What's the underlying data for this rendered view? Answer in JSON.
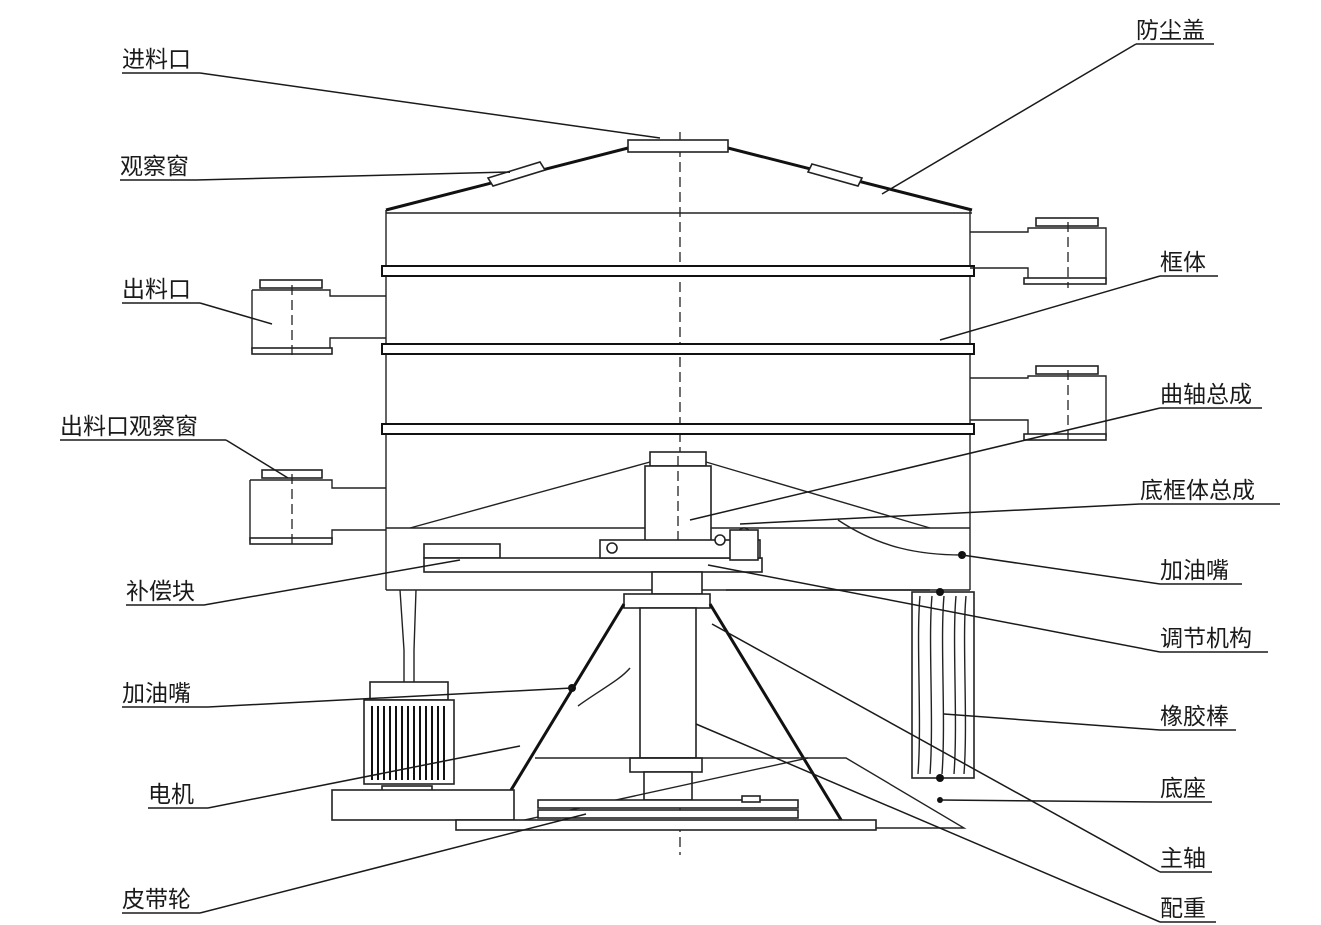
{
  "labels": {
    "feed_inlet": "进料口",
    "observation_window": "观察窗",
    "discharge_outlet": "出料口",
    "outlet_observation_window": "出料口观察窗",
    "compensation_block": "补偿块",
    "oil_nozzle_left": "加油嘴",
    "motor": "电机",
    "belt_pulley": "皮带轮",
    "dust_cover": "防尘盖",
    "frame_body": "框体",
    "crankshaft_assembly": "曲轴总成",
    "bottom_frame_assembly": "底框体总成",
    "oil_nozzle_right": "加油嘴",
    "adjusting_mechanism": "调节机构",
    "rubber_rod": "橡胶棒",
    "base": "底座",
    "main_shaft": "主轴",
    "counterweight": "配重"
  }
}
